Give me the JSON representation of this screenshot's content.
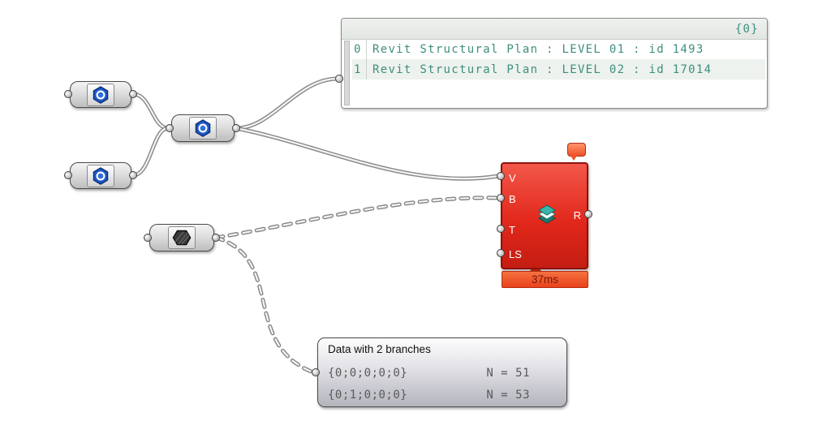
{
  "colors": {
    "canvas_bg": "#ffffff",
    "wire_gray": "#868686",
    "panel_text_teal": "#3e8e7e",
    "error_red": "#e2281c",
    "profiler_orange": "#e8431c",
    "data_text_gray": "#5a5a5a",
    "element_icon_blue": "#1e59c8",
    "red_comp_icon_teal": "#39b5ac"
  },
  "panel": {
    "header": "{0}",
    "rows": [
      {
        "index": "0",
        "text": "Revit Structural Plan : LEVEL 01 : id 1493"
      },
      {
        "index": "1",
        "text": "Revit Structural Plan : LEVEL 02 : id 17014"
      }
    ]
  },
  "red_component": {
    "inputs": [
      "V",
      "B",
      "T",
      "LS"
    ],
    "output": "R",
    "profiler": "37ms"
  },
  "data_viewer": {
    "title": "Data with 2 branches",
    "rows": [
      {
        "path": "{0;0;0;0;0}",
        "count": "N = 51"
      },
      {
        "path": "{0;1;0;0;0}",
        "count": "N = 53"
      }
    ]
  },
  "icons": {
    "left_components": "revit-element-icon",
    "selector_component": "hexagon-filter-icon",
    "red_component": "levels-stack-icon",
    "error": "error-balloon-icon"
  }
}
